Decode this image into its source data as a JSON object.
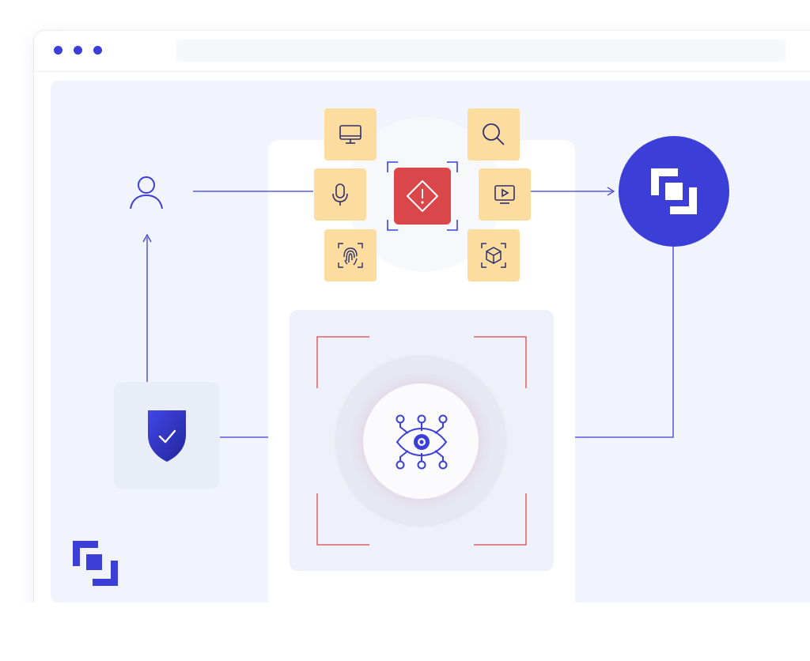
{
  "colors": {
    "accent": "#3b3fd8",
    "tile_fill": "#fddca0",
    "alert_fill": "#d9474b",
    "scan_corner": "#d9474b",
    "window_dots": "#3b3fd8",
    "content_bg": "#f1f4fd"
  },
  "window": {
    "controls": [
      "dot",
      "dot",
      "dot"
    ],
    "address_bar_value": ""
  },
  "diagram": {
    "nodes": [
      {
        "id": "user",
        "icon": "user-icon"
      },
      {
        "id": "verification",
        "icon": "shield-check-icon"
      },
      {
        "id": "signals",
        "icons": [
          "monitor-icon",
          "microphone-icon",
          "fingerprint-icon",
          "search-icon",
          "video-play-icon",
          "3d-box-scan-icon"
        ]
      },
      {
        "id": "risk-alert",
        "icon": "warning-diamond-icon"
      },
      {
        "id": "ai-vision",
        "icon": "ai-eye-network-icon"
      },
      {
        "id": "platform",
        "icon": "brand-logo-icon"
      }
    ],
    "edges": [
      {
        "from": "user",
        "to": "signals"
      },
      {
        "from": "signals",
        "to": "platform",
        "arrow": true
      },
      {
        "from": "verification",
        "to": "user",
        "arrow": true
      },
      {
        "from": "verification",
        "to": "ai-vision"
      },
      {
        "from": "ai-vision",
        "to": "platform"
      }
    ]
  },
  "footer": {
    "logo_icon": "brand-logo-icon"
  }
}
